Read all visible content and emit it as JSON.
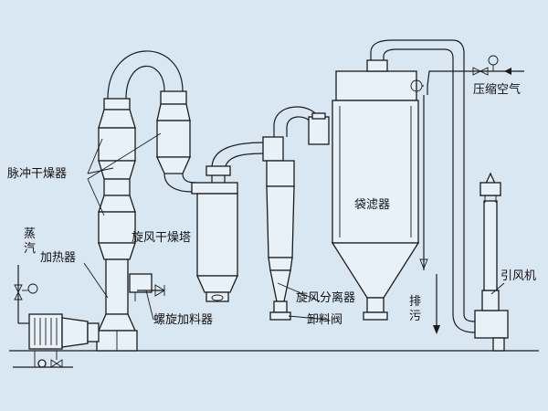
{
  "labels": {
    "pulse_dryer": "脉冲干燥器",
    "steam": "蒸",
    "steam2": "汽",
    "heater": "加热器",
    "spin_flash_tower": "旋风干燥塔",
    "screw_feeder": "螺旋加料器",
    "cyclone_separator": "旋风分离器",
    "discharge_valve": "卸料阀",
    "bag_filter": "袋滤器",
    "compressed_air": "压缩空气",
    "induced_fan": "引风机",
    "exhaust1": "排",
    "exhaust2": "污"
  },
  "colors": {
    "background": "#d9e7f3",
    "line": "#1b1b1b"
  }
}
